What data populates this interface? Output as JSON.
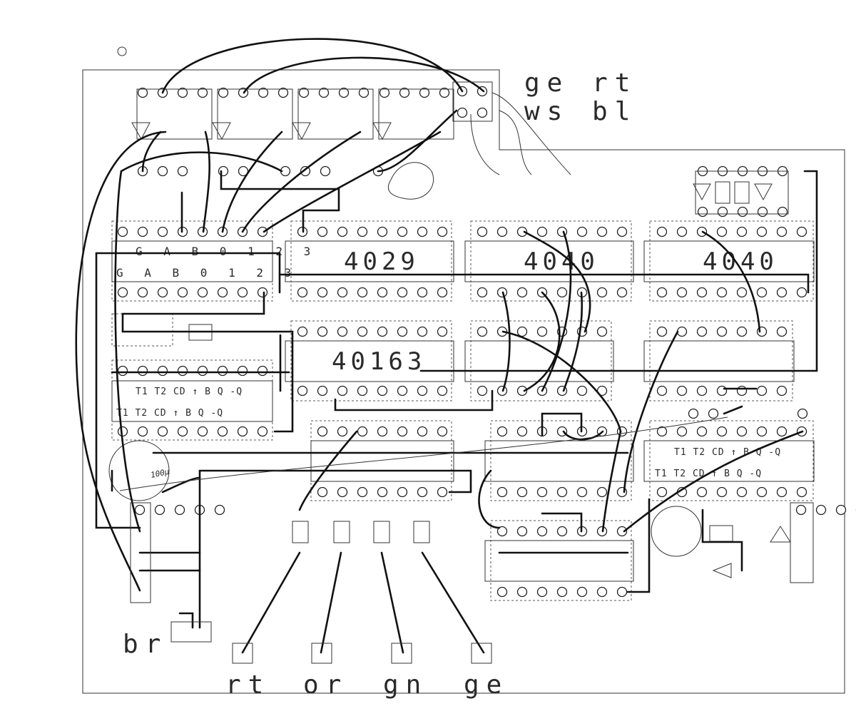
{
  "board": {
    "wire_labels_top": [
      "ge rt",
      "ws bl"
    ],
    "wire_label_left": "br",
    "wire_labels_bottom": [
      "rt",
      "or",
      "gn",
      "ge"
    ]
  },
  "chips": {
    "c4029": "4029",
    "c4040a": "4040",
    "c4040b": "4040",
    "c40163": "40163"
  },
  "pin_labels": {
    "u1_top": "G A B 0 1 2 3",
    "u1_bot": "G A B 0 1 2 3",
    "u2_top": "T1 T2 CD  ↑  B  Q  -Q",
    "u2_bot": "T1 T2 CD  ↑  B  Q  -Q",
    "u3_top": "T1 T2 CD  ↑  B  Q  -Q",
    "u3_bot": "T1 T2 CD  ↑  B  Q  -Q"
  },
  "notes": {
    "cap_value": "100μ"
  }
}
